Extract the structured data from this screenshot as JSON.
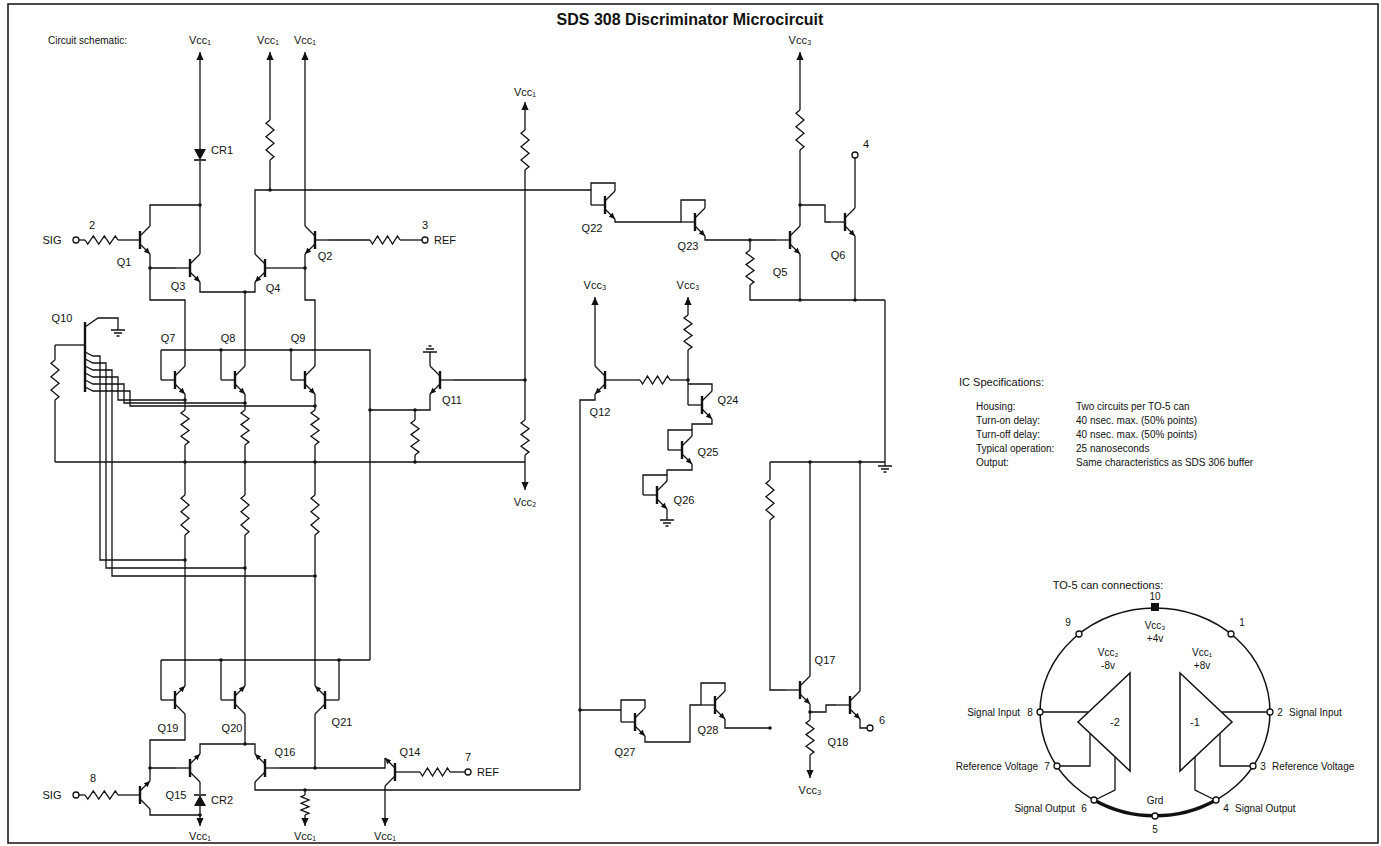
{
  "diagram": {
    "title": "SDS 308 Discriminator Microcircuit",
    "nodes": [
      {
        "text": [
          "-2"
        ]
      },
      {
        "text": [
          "-1"
        ]
      }
    ],
    "labels": [
      "Circuit schematic:",
      "Vcc₁",
      "Vcc₁",
      "Vcc₁",
      "CR1",
      "2",
      "SIG",
      "3",
      "REF",
      "Q1",
      "Q3",
      "Q4",
      "Q2",
      "Q10",
      "Q7",
      "Q8",
      "Q9",
      "Q11",
      "Vcc₁",
      "Vcc₂",
      "Q19",
      "Q20",
      "Q21",
      "8",
      "SIG",
      "Q15",
      "CR2",
      "Vcc₁",
      "Q16",
      "Q14",
      "7",
      "REF",
      "Vcc₁",
      "Vcc₁",
      "Q22",
      "Q23",
      "Vcc₃",
      "4",
      "Q6",
      "Q5",
      "Q12",
      "Vcc₃",
      "Vcc₃",
      "Q24",
      "Q25",
      "Q26",
      "Q17",
      "Q18",
      "6",
      "Vcc₃",
      "Q27",
      "Q28",
      "IC Specifications:",
      "Housing:",
      "Two circuits per TO-5 can",
      "Turn-on delay:",
      "40 nsec. max. (50% points)",
      "Turn-off delay:",
      "40 nsec. max. (50% points)",
      "Typical operation:",
      "25 nanoseconds",
      "Output:",
      "Same characteristics as SDS 306 buffer",
      "TO-5 can connections:",
      "10",
      "9",
      "1",
      "Vcc₃",
      "+4v",
      "Vcc₂",
      "-8v",
      "Vcc₁",
      "+8v",
      "Signal Input",
      "8",
      "2",
      "Signal Input",
      "Reference Voltage",
      "7",
      "3",
      "Reference Voltage",
      "Signal Output",
      "6",
      "Grd",
      "4",
      "Signal Output",
      "5"
    ]
  }
}
